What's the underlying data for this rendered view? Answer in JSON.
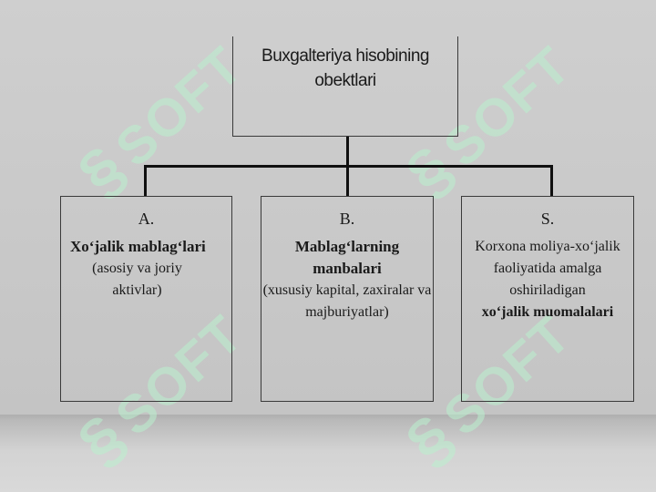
{
  "watermark": "SOFT",
  "root": {
    "line1": "Buxgalteriya hisobining",
    "line2": "obektlari"
  },
  "boxes": [
    {
      "letter": "A.",
      "title": "Xo‘jalik mablag‘lari",
      "subtitle": "(asosiy va joriy aktivlar)"
    },
    {
      "letter": "B.",
      "title": "Mablag‘larning manbalari",
      "subtitle": "(xususiy kapital, zaxiralar va majburiyatlar)"
    },
    {
      "letter": "S.",
      "text": "Korxona moliya-xo‘jalik faoliyatida amalga oshiriladigan",
      "bold_tail": "xo‘jalik muomalalari"
    }
  ],
  "colors": {
    "background": "#c9c9c9",
    "border": "#3a3a3a",
    "connector": "#101010",
    "watermark": "#b9f0cd"
  }
}
